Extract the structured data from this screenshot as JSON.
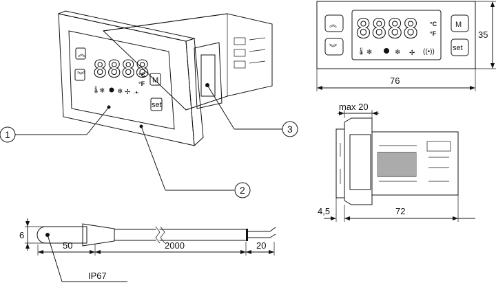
{
  "display": {
    "digits": "8888",
    "unit_c": "°C",
    "unit_f": "°F"
  },
  "buttons": {
    "mode": "M",
    "set": "set"
  },
  "front_view": {
    "width": "76",
    "height": "35"
  },
  "side_view": {
    "panel_max": "max 20",
    "flange": "4,5",
    "depth": "72"
  },
  "probe": {
    "diameter": "6",
    "tip_length": "50",
    "cable_length": "2000",
    "lead_length": "20",
    "rating": "IP67"
  },
  "callouts": [
    "1",
    "2",
    "3"
  ]
}
